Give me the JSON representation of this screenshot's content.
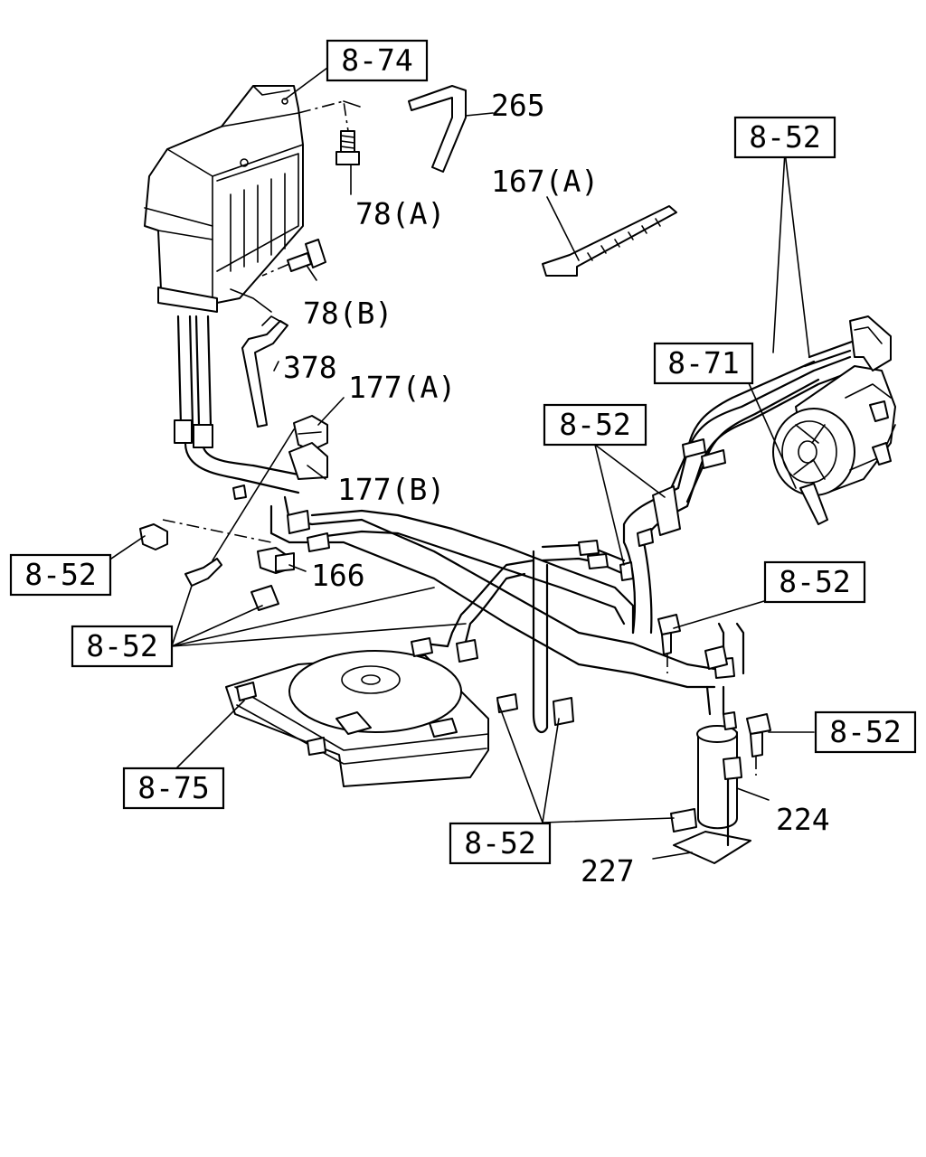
{
  "refs": {
    "r874": "8-74",
    "r852_top": "8-52",
    "r871": "8-71",
    "r852_mid": "8-52",
    "r852_left": "8-52",
    "r852_right1": "8-52",
    "r852_leftlow": "8-52",
    "r852_right2": "8-52",
    "r875": "8-75",
    "r852_bottom": "8-52"
  },
  "parts": {
    "p265": "265",
    "p78a": "78(A)",
    "p167a": "167(A)",
    "p78b": "78(B)",
    "p378": "378",
    "p177a": "177(A)",
    "p177b": "177(B)",
    "p166": "166",
    "p224": "224",
    "p227": "227"
  }
}
